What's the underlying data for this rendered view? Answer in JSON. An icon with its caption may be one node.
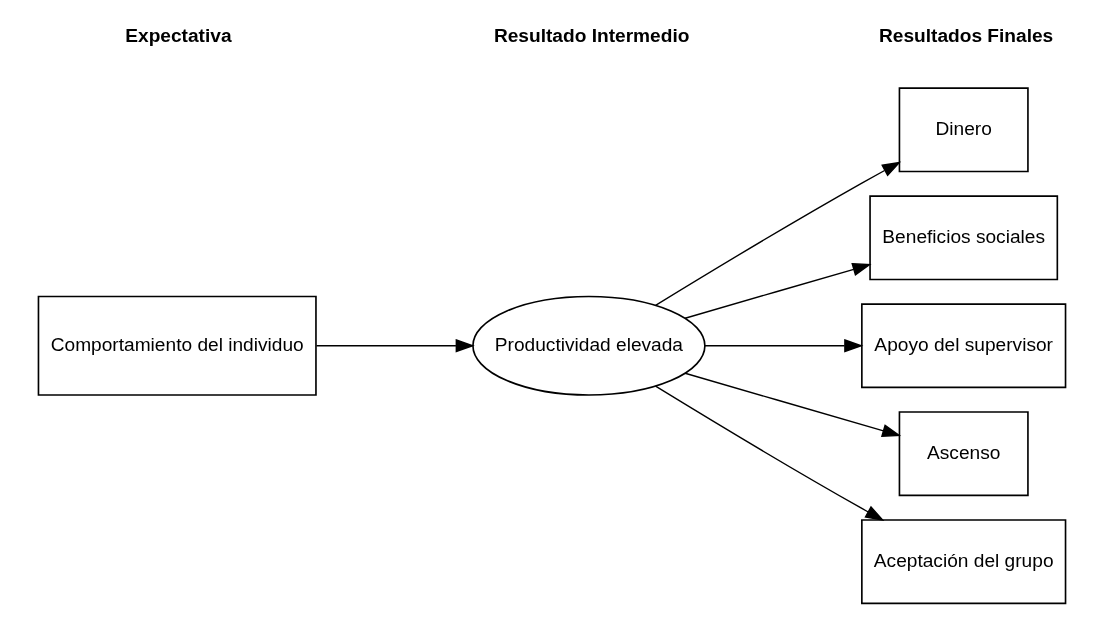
{
  "diagram": {
    "nodes": [
      {
        "text": [
          "Comportamiento del individuo"
        ]
      },
      {
        "text": [
          "Productividad elevada"
        ]
      },
      {
        "text": [
          "Dinero"
        ]
      },
      {
        "text": [
          "Beneficios sociales"
        ]
      },
      {
        "text": [
          "Apoyo del supervisor"
        ]
      },
      {
        "text": [
          "Ascenso"
        ]
      },
      {
        "text": [
          "Aceptación del grupo"
        ]
      }
    ],
    "edges": [
      {
        "from": 0,
        "to": 1,
        "arrow": "to"
      },
      {
        "from": 1,
        "to": 2,
        "arrow": "to"
      },
      {
        "from": 1,
        "to": 3,
        "arrow": "to"
      },
      {
        "from": 1,
        "to": 4,
        "arrow": "to"
      },
      {
        "from": 1,
        "to": 5,
        "arrow": "to"
      },
      {
        "from": 1,
        "to": 6,
        "arrow": "to"
      }
    ],
    "labels": [
      "Expectativa",
      "Resultado Intermedio",
      "Resultados Finales"
    ]
  }
}
